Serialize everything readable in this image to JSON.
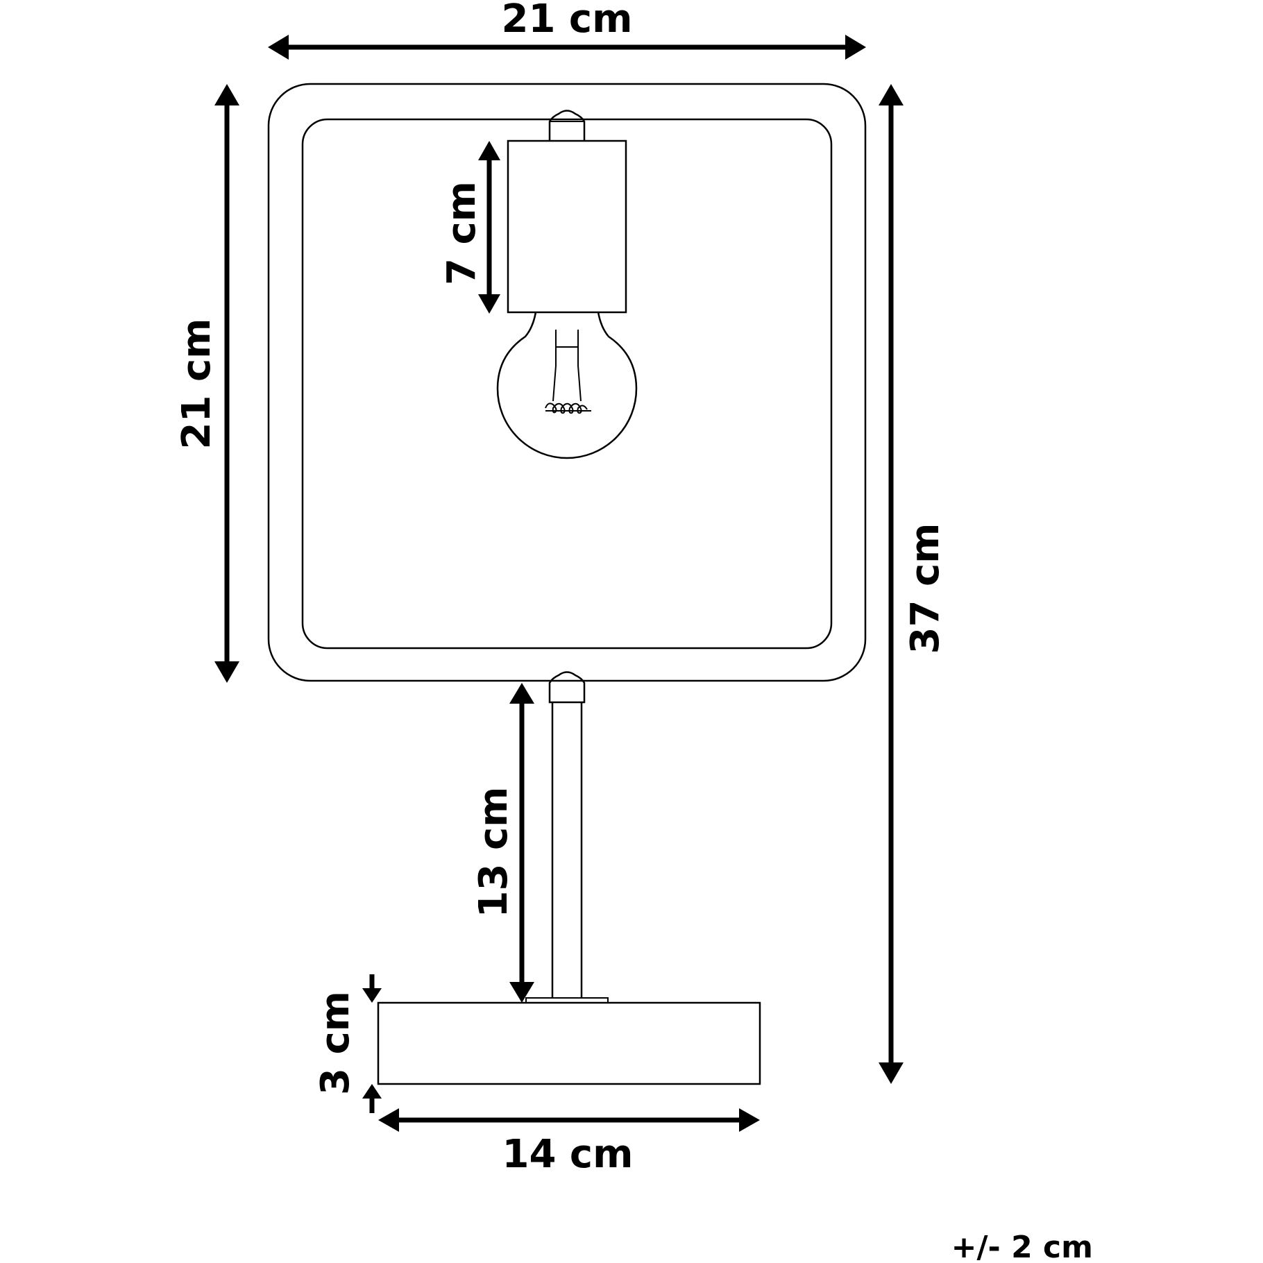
{
  "drawing": {
    "object": "table lamp",
    "stroke_color": "#000000",
    "background_color": "#ffffff"
  },
  "dimensions": {
    "frame_width": "21 cm",
    "frame_height": "21 cm",
    "socket_height": "7 cm",
    "stem_height": "13 cm",
    "total_height": "37 cm",
    "base_height": "3 cm",
    "base_width": "14 cm"
  },
  "tolerance": "+/- 2 cm"
}
